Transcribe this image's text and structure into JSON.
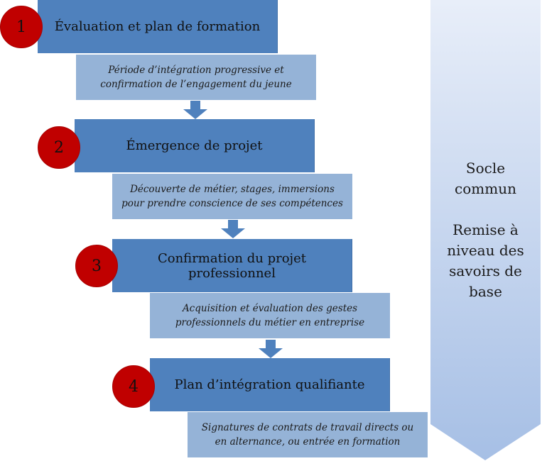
{
  "steps": [
    {
      "number": "1",
      "title": "Évaluation et plan de formation",
      "description": "Période d’intégration progressive et confirmation de l’engagement du jeune"
    },
    {
      "number": "2",
      "title": "Émergence de projet",
      "description": "Découverte de métier, stages, immersions pour prendre conscience de ses compétences"
    },
    {
      "number": "3",
      "title": "Confirmation du projet professionnel",
      "description": "Acquisition et évaluation des gestes professionnels du métier en entreprise"
    },
    {
      "number": "4",
      "title": "Plan d’intégration qualifiante",
      "description": "Signatures de contrats de travail directs ou en alternance, ou entrée en formation"
    }
  ],
  "side_panel": {
    "title": "Socle\ncommun",
    "subtitle": "Remise à\nniveau des\nsavoirs de\nbase"
  },
  "colors": {
    "step_box": "#4f81bd",
    "description_box": "#95b3d7",
    "number_circle": "#c00000",
    "arrow": "#4f81bd",
    "side_gradient_top": "#e6edf8",
    "side_gradient_bottom": "#a9c1e6"
  }
}
